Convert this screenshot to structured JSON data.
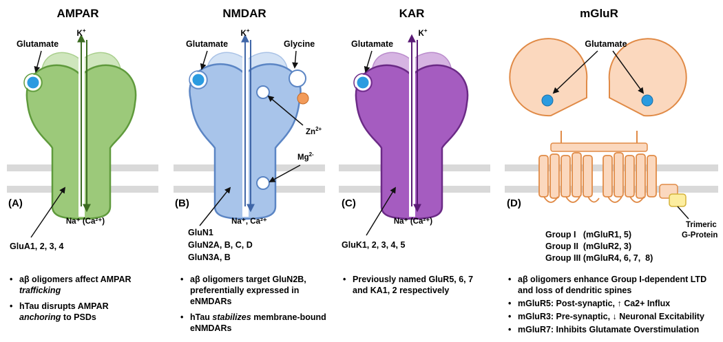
{
  "panels": {
    "ampar": {
      "title": "AMPAR",
      "letter": "(A)",
      "ligand": "Glutamate",
      "ion_top": "K",
      "ion_top_sup": "+",
      "ion_bottom": "Na⁺ (Ca²⁺)",
      "subunits": [
        "GluA1, 2, 3, 4"
      ],
      "notes": [
        {
          "pre": "aβ oligomers affect AMPAR",
          "em": "trafficking",
          "post": ""
        },
        {
          "pre": "hTau disrupts AMPAR",
          "em": "anchoring",
          "post": "to PSDs"
        }
      ]
    },
    "nmdar": {
      "title": "NMDAR",
      "letter": "(B)",
      "ligand": "Glutamate",
      "coagonist": "Glycine",
      "ion_top": "K",
      "ion_top_sup": "+",
      "zinc": "Zn",
      "zinc_sup": "2+",
      "mg": "Mg",
      "mg_sup": "2-",
      "ion_bottom": "Na⁺, Ca²⁺",
      "subunits": [
        "GluN1",
        "GluN2A, B, C, D",
        "GluN3A, B"
      ],
      "notes": [
        {
          "lines": [
            "aβ oligomers target GluN2B,",
            "preferentially expressed in",
            "eNMDARs"
          ]
        },
        {
          "pre": "hTau",
          "em": "stabilizes",
          "post": "membrane-bound",
          "line2": "eNMDARs"
        }
      ]
    },
    "kar": {
      "title": "KAR",
      "letter": "(C)",
      "ligand": "Glutamate",
      "ion_top": "K",
      "ion_top_sup": "+",
      "ion_bottom": "Na⁺ (Ca²⁺)",
      "subunits": [
        "GluK1, 2, 3, 4, 5"
      ],
      "notes": [
        {
          "lines": [
            "Previously named GluR5, 6, 7",
            "and KA1, 2 respectively"
          ]
        }
      ]
    },
    "mglur": {
      "title": "mGluR",
      "letter": "(D)",
      "ligand": "Glutamate",
      "gprotein": [
        "Trimeric",
        "G-Protein"
      ],
      "groups": [
        "Group I   (mGluR1, 5)",
        "Group II  (mGluR2, 3)",
        "Group III (mGluR4, 6, 7,  8)"
      ],
      "notes": [
        {
          "lines": [
            "aβ oligomers enhance Group I-dependent LTD",
            "and loss of dendritic spines"
          ]
        },
        {
          "lines": [
            "mGluR5: Post-synaptic, ↑ Ca2+ Influx"
          ]
        },
        {
          "lines": [
            "mGluR3: Pre-synaptic, ↓ Neuronal Excitability"
          ]
        },
        {
          "lines": [
            "mGluR7: Inhibits Glutamate Overstimulation"
          ]
        }
      ]
    }
  },
  "colors": {
    "ampar_fill": "#9cc97a",
    "ampar_stroke": "#5f9a3c",
    "nmdar_fill": "#a8c4ea",
    "nmdar_stroke": "#5b85c4",
    "kar_fill": "#a55cc0",
    "kar_stroke": "#6b2a86",
    "mglur_fill": "#fbd8be",
    "mglur_stroke": "#e08a46",
    "membrane": "#d9d9d9",
    "glutamate": "#2b9be0",
    "zinc": "#f29b5a",
    "gprotein": "#fdeea0"
  }
}
